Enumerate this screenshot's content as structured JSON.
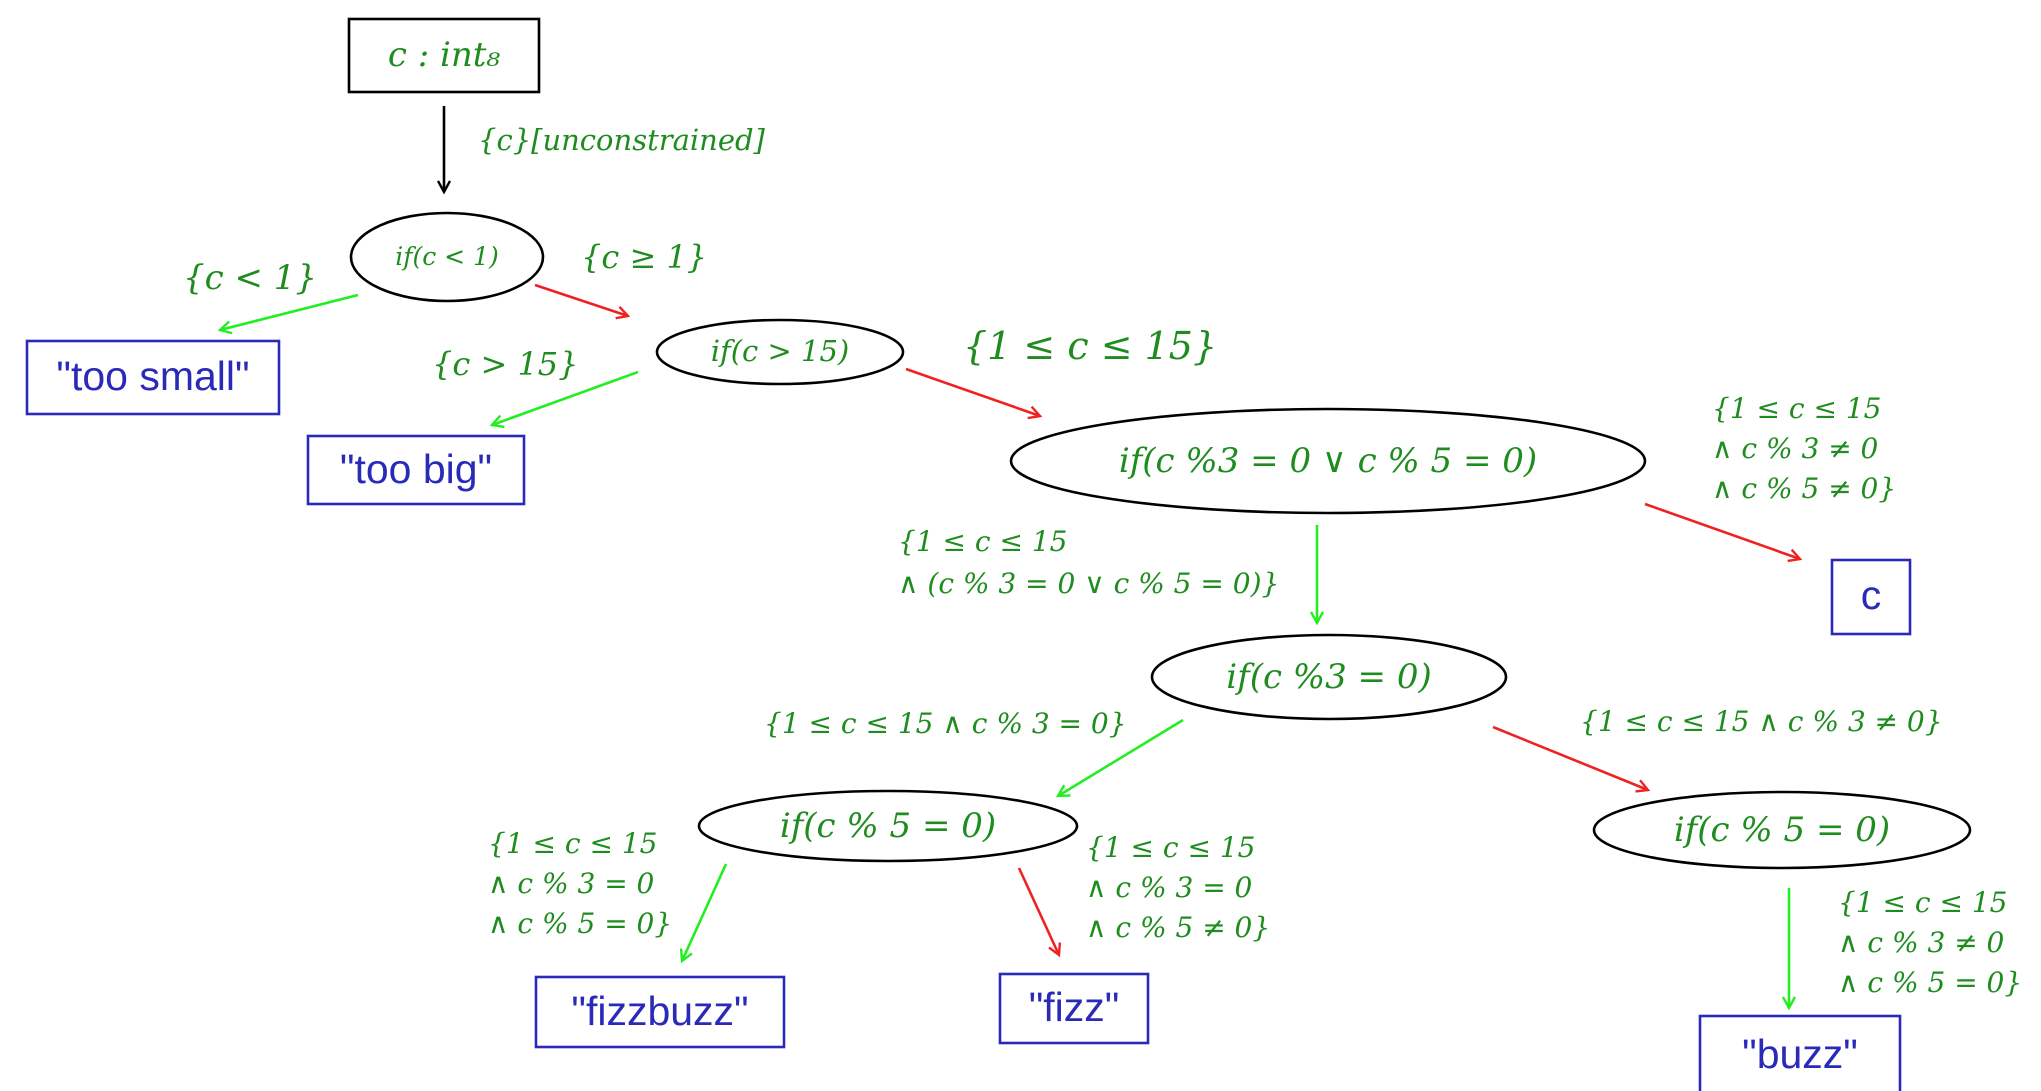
{
  "colors": {
    "node_stroke": "#000000",
    "leaf_stroke": "#2a2ab8",
    "leaf_text": "#2a2ab8",
    "constraint_text": "#1f8c1f",
    "true_edge": "#22ee22",
    "false_edge": "#ee2222",
    "entry_edge": "#000000"
  },
  "root": {
    "label": "c : int₈"
  },
  "entry_edge": {
    "label": "{c}[unconstrained]"
  },
  "decisions": {
    "d1": "if(c < 1)",
    "d2": "if(c > 15)",
    "d3": "if(c %3 = 0 ∨ c % 5 = 0)",
    "d4": "if(c %3 = 0)",
    "d5": "if(c % 5 = 0)",
    "d6": "if(c % 5 = 0)"
  },
  "leaves": {
    "too_small": "\"too small\"",
    "too_big": "\"too big\"",
    "c": "c",
    "fizzbuzz": "\"fizzbuzz\"",
    "fizz": "\"fizz\"",
    "buzz": "\"buzz\""
  },
  "constraints": {
    "c_lt_1": [
      "{c < 1}"
    ],
    "c_ge_1": [
      "{c ≥ 1}"
    ],
    "c_gt_15": [
      "{c > 15}"
    ],
    "range": [
      "{1 ≤ c ≤ 15}"
    ],
    "neither": [
      "{1 ≤ c ≤ 15",
      "∧ c % 3 ≠ 0",
      "∧ c % 5 ≠ 0}"
    ],
    "either": [
      "{1 ≤ c ≤ 15",
      "∧ (c % 3 = 0 ∨ c % 5 = 0)}"
    ],
    "mod3_true": [
      "{1 ≤ c ≤ 15 ∧ c % 3 = 0}"
    ],
    "mod3_false": [
      "{1 ≤ c ≤ 15 ∧ c % 3 ≠ 0}"
    ],
    "fizzbuzz": [
      "{1 ≤ c ≤ 15",
      "∧ c % 3 = 0",
      "∧ c % 5 = 0}"
    ],
    "fizz": [
      "{1 ≤ c ≤ 15",
      "∧ c % 3 = 0",
      "∧ c % 5 ≠ 0}"
    ],
    "buzz": [
      "{1 ≤ c ≤ 15",
      "∧ c % 3 ≠ 0",
      "∧ c % 5 = 0}"
    ]
  }
}
